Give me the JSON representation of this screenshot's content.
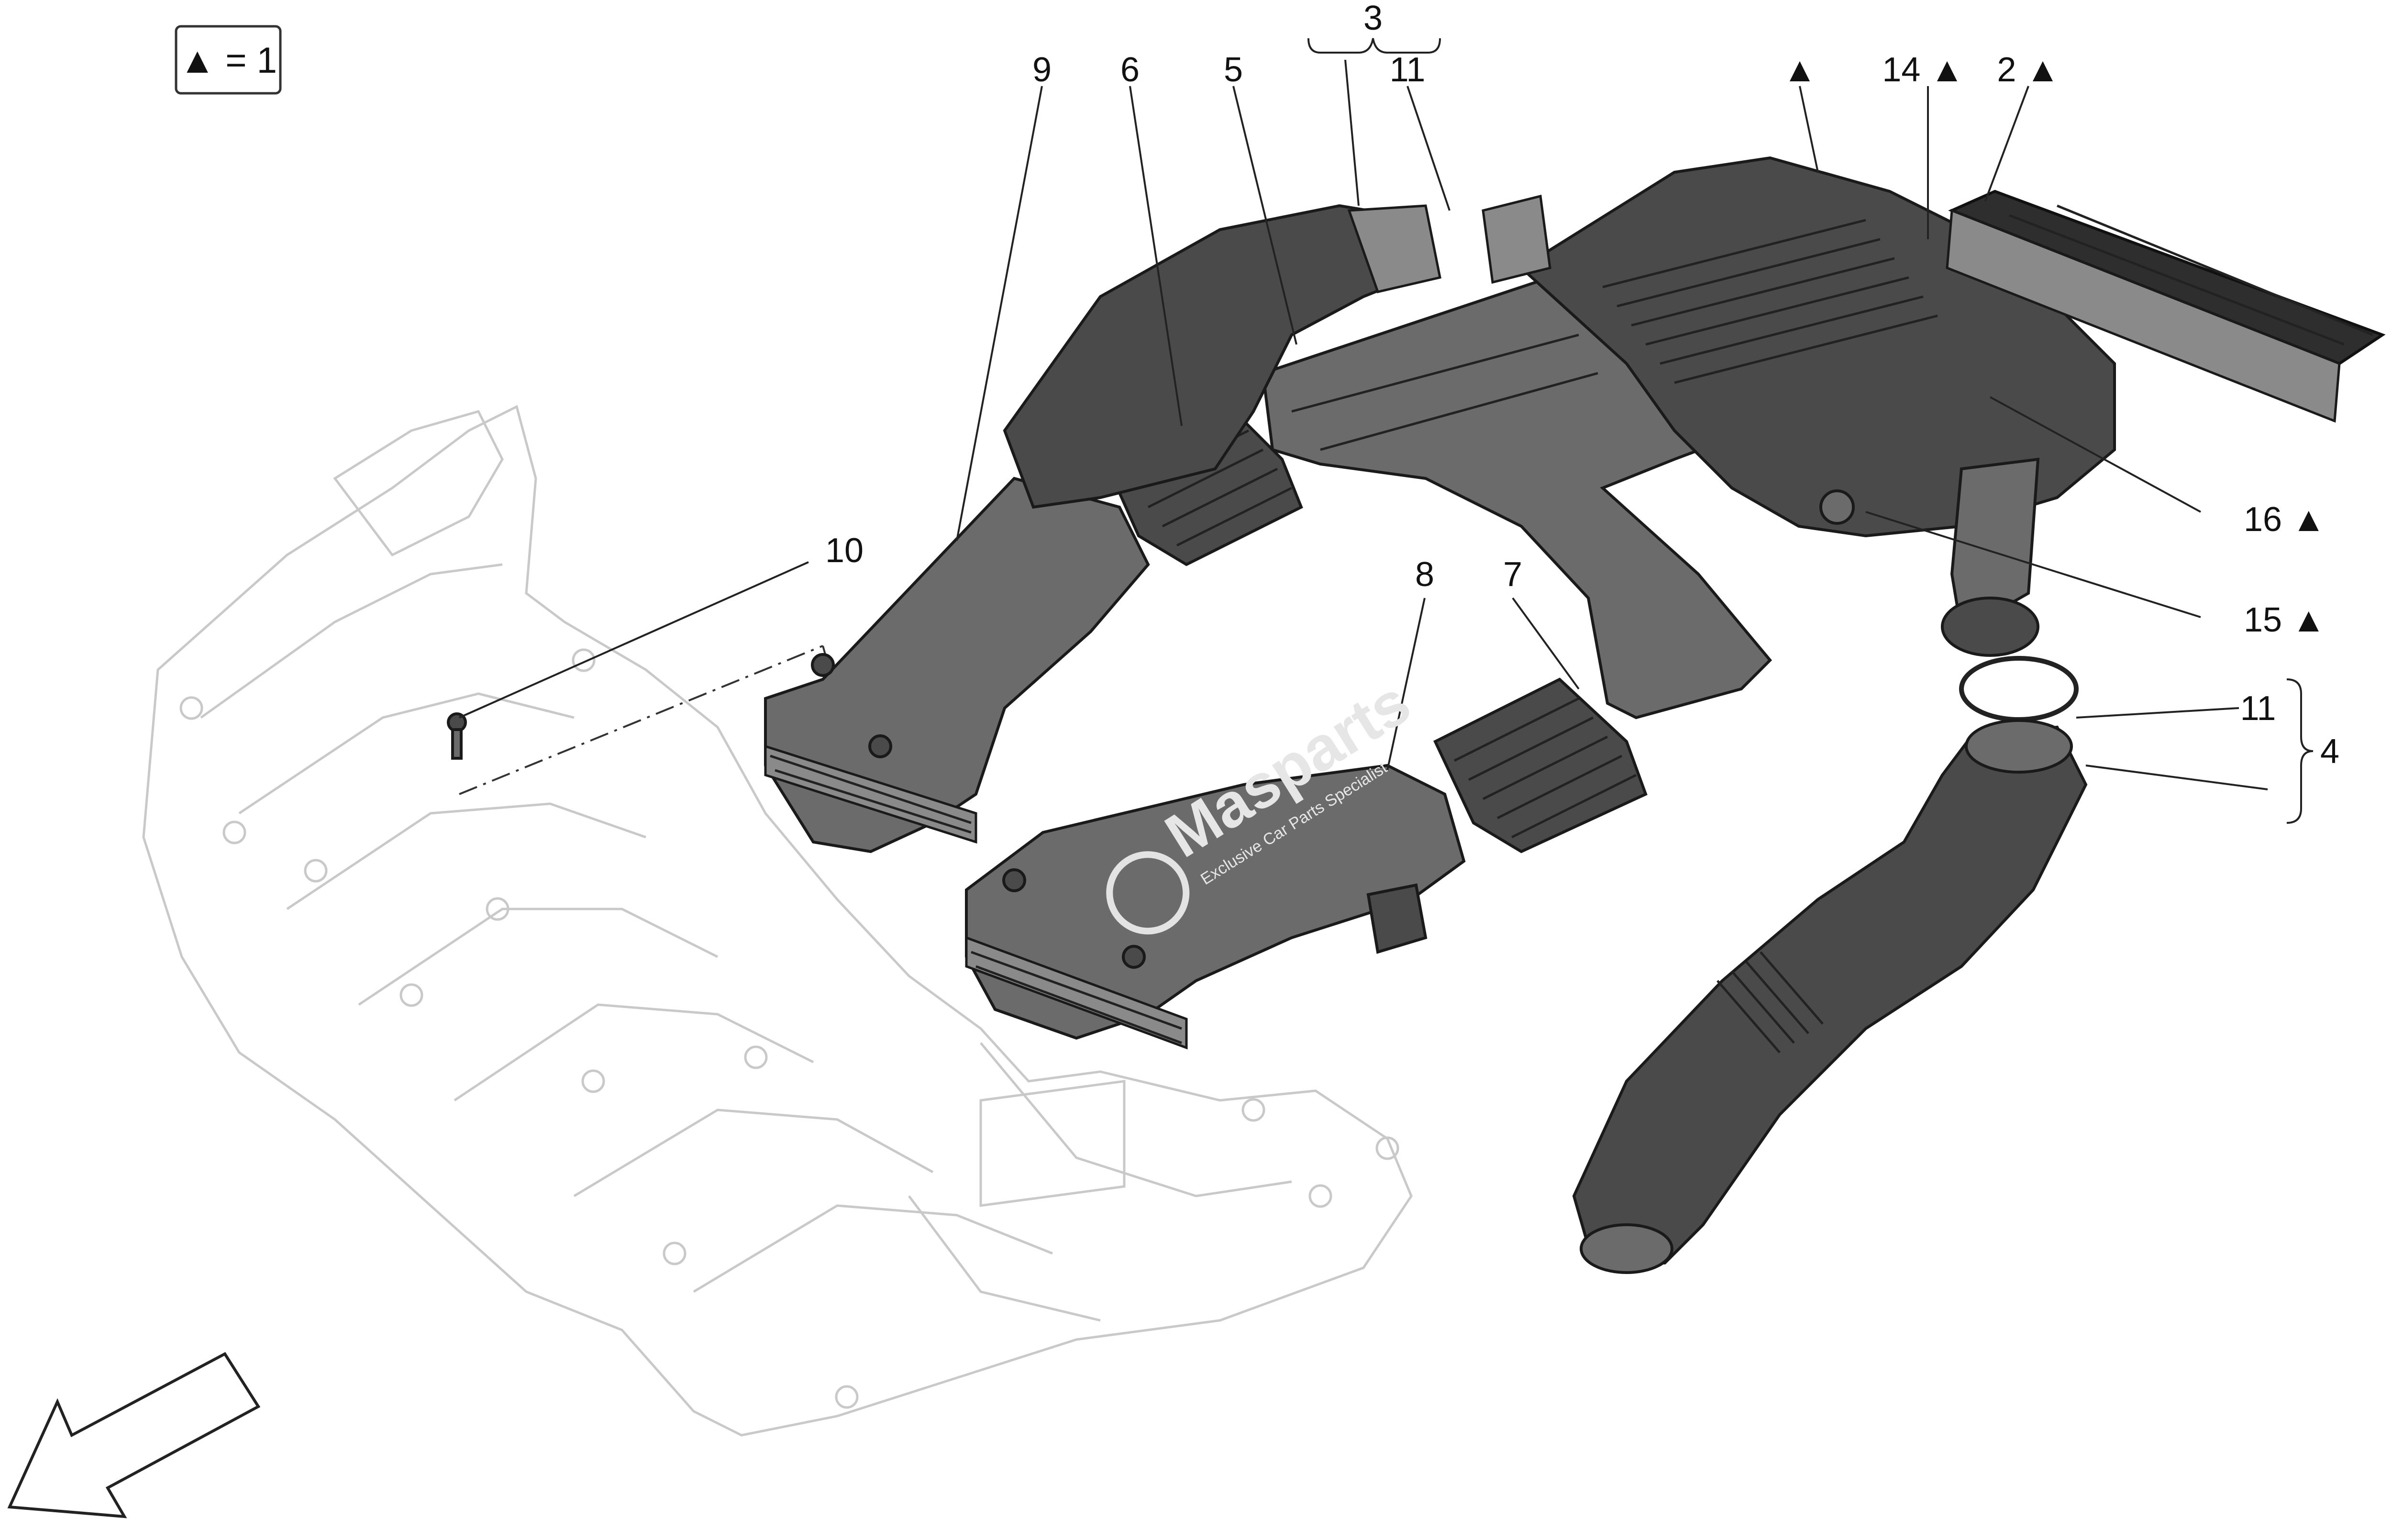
{
  "legend": {
    "text": "▲ = 1"
  },
  "callouts": {
    "c9": "9",
    "c6": "6",
    "c5": "5",
    "c3": "3",
    "c11_top": "11",
    "c_tri_top": "▲",
    "c14": "14 ▲",
    "c2": "2 ▲",
    "c16": "16 ▲",
    "c15": "15 ▲",
    "c10": "10",
    "c8": "8",
    "c7": "7",
    "c11_right": "11",
    "c4": "4"
  },
  "watermark": {
    "brand": "Masparts",
    "tagline": "Exclusive Car Parts Specialist"
  },
  "colors": {
    "part": "#4a4a4a",
    "frame": "#c9c9c9",
    "text": "#111111"
  }
}
